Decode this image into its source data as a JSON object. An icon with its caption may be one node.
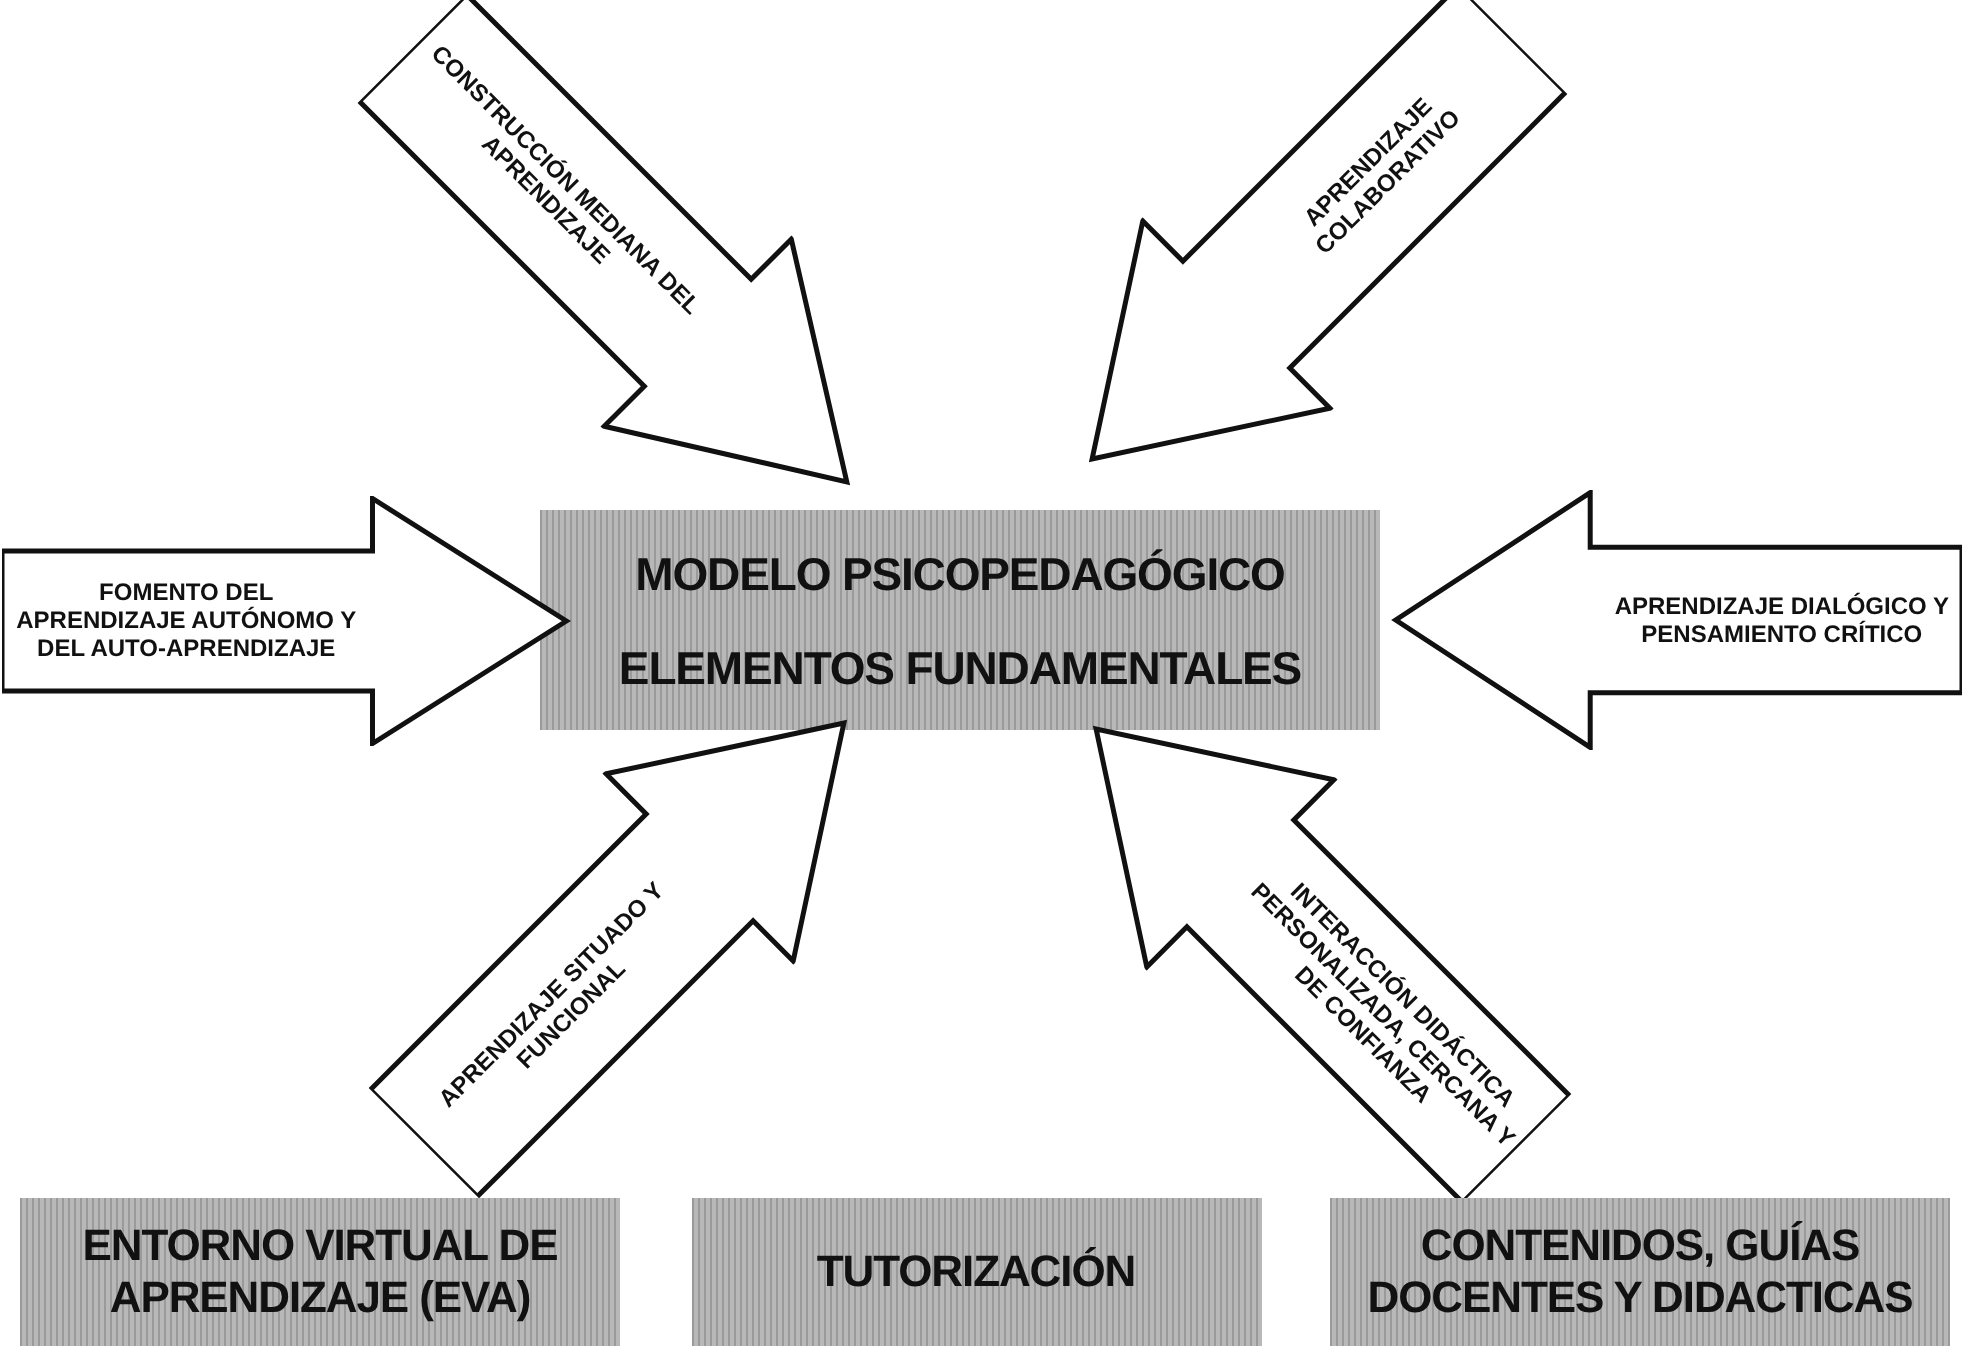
{
  "diagram": {
    "nodes": [
      {
        "text": [
          "MODELO PSICOPEDAGÓGICO",
          "ELEMENTOS FUNDAMENTALES"
        ]
      },
      {
        "text": [
          "CONSTRUCCIÓN MEDIANA DEL APRENDIZAJE"
        ]
      },
      {
        "text": [
          "APRENDIZAJE COLABORATIVO"
        ]
      },
      {
        "text": [
          "FOMENTO DEL APRENDIZAJE AUTÓNOMO Y DEL AUTO-APRENDIZAJE"
        ]
      },
      {
        "text": [
          "APRENDIZAJE DIALÓGICO Y PENSAMIENTO CRÍTICO"
        ]
      },
      {
        "text": [
          "APRENDIZAJE SITUADO Y FUNCIONAL"
        ]
      },
      {
        "text": [
          "INTERACCIÓN DIDÁCTICA PERSONALIZADA, CERCANA Y DE CONFIANZA"
        ]
      },
      {
        "text": [
          "ENTORNO VIRTUAL DE APRENDIZAJE (EVA)"
        ]
      },
      {
        "text": [
          "TUTORIZACIÓN"
        ]
      },
      {
        "text": [
          "CONTENIDOS, GUÍAS DOCENTES Y DIDACTICAS"
        ]
      }
    ]
  }
}
